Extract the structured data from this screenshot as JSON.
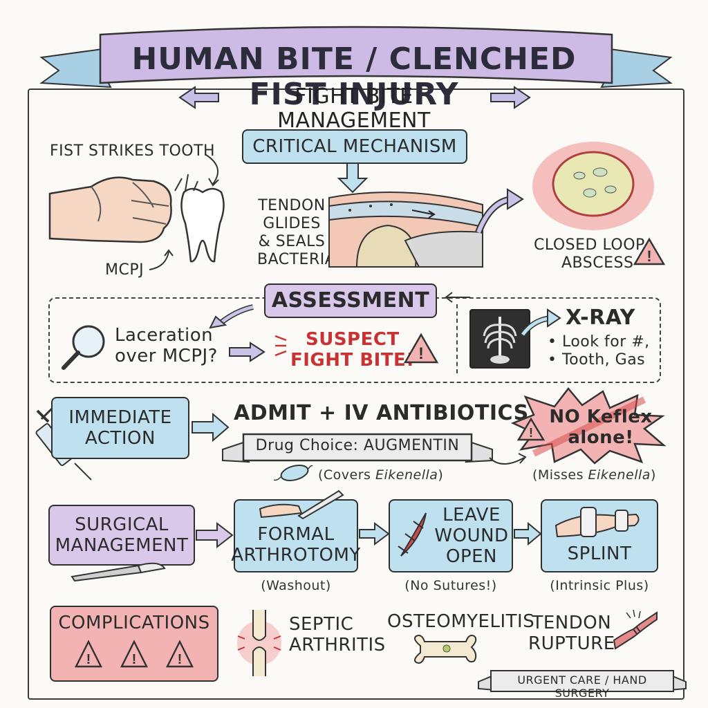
{
  "title": "HUMAN BITE / CLENCHED FIST INJURY",
  "subtitle": "FIGHT BITE MANAGEMENT",
  "mechanism": {
    "fist_label": "FIST STRIKES TOOTH",
    "mcpj_label": "MCPJ",
    "critical": "CRITICAL MECHANISM",
    "tendon": [
      "TENDON",
      "GLIDES",
      "& SEALS",
      "BACTERIA"
    ],
    "abscess": [
      "CLOSED LOOP",
      "ABSCESS"
    ]
  },
  "assessment": {
    "title": "ASSESSMENT",
    "question": [
      "Laceration",
      "over MCPJ?"
    ],
    "suspect": [
      "SUSPECT",
      "FIGHT BITE!"
    ],
    "xray_title": "X-RAY",
    "xray_items": [
      "• Look for #,",
      "• Tooth, Gas"
    ]
  },
  "action": {
    "title": [
      "IMMEDIATE",
      "ACTION"
    ],
    "admit": "ADMIT + IV ANTIBIOTICS",
    "drug": "Drug Choice: AUGMENTIN",
    "covers_prefix": "(Covers ",
    "covers_org": "Eikenella",
    "covers_suffix": ")",
    "warning": [
      "NO Keflex",
      "alone!"
    ],
    "misses_prefix": "(Misses ",
    "misses_org": "Eikenella",
    "misses_suffix": ")"
  },
  "surgical": {
    "title": [
      "SURGICAL",
      "MANAGEMENT"
    ],
    "steps": [
      {
        "label": [
          "FORMAL",
          "ARTHROTOMY"
        ],
        "caption": "(Washout)"
      },
      {
        "label": [
          "LEAVE",
          "WOUND",
          "OPEN"
        ],
        "caption": "(No Sutures!)"
      },
      {
        "label": [
          "SPLINT"
        ],
        "caption": "(Intrinsic Plus)"
      }
    ]
  },
  "complications": {
    "title": "COMPLICATIONS",
    "items": [
      [
        "SEPTIC",
        "ARTHRITIS"
      ],
      [
        "OSTEOMYELITIS"
      ],
      [
        "TENDON",
        "RUPTURE"
      ]
    ]
  },
  "footer": "URGENT CARE / HAND SURGERY",
  "colors": {
    "blue": "#bfe0ef",
    "purple": "#d9c8ea",
    "red": "#f3b3b3",
    "warning_red": "#c83232"
  }
}
